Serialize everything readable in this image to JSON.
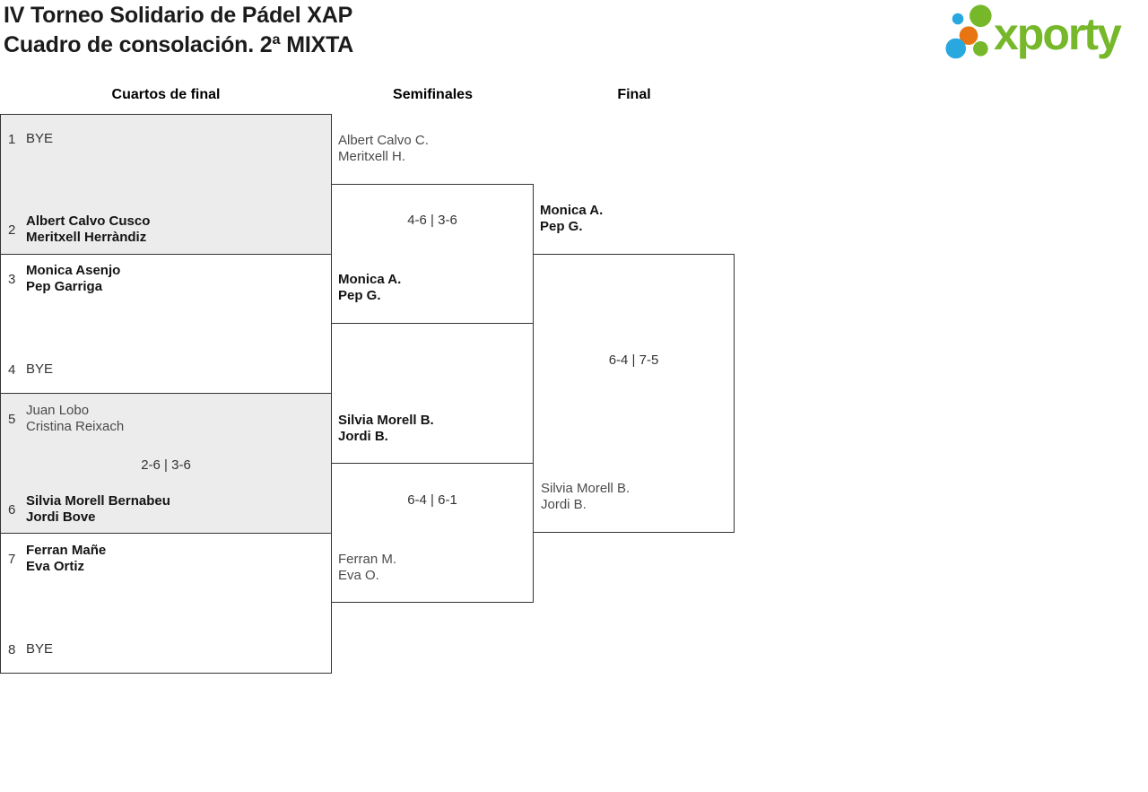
{
  "header": {
    "title_line1": "IV Torneo Solidario de Pádel XAP",
    "title_line2": "Cuadro de consolación. 2ª MIXTA"
  },
  "logo": {
    "brand": "xporty",
    "green": "#76b82a",
    "blue": "#29a8e0",
    "orange": "#e87511"
  },
  "rounds": {
    "r1": "Cuartos de final",
    "r2": "Semifinales",
    "r3": "Final"
  },
  "qf": [
    {
      "seed_top": "1",
      "top1": "BYE",
      "seed_bottom": "2",
      "bottom1": "Albert Calvo Cusco",
      "bottom2": "Meritxell Herràndiz",
      "score": ""
    },
    {
      "seed_top": "3",
      "top1": "Monica Asenjo",
      "top2": "Pep Garriga",
      "seed_bottom": "4",
      "bottom1": "BYE",
      "score": ""
    },
    {
      "seed_top": "5",
      "top1": "Juan Lobo",
      "top2": "Cristina Reixach",
      "seed_bottom": "6",
      "bottom1": "Silvia Morell Bernabeu",
      "bottom2": "Jordi Bove",
      "score": "2-6 | 3-6"
    },
    {
      "seed_top": "7",
      "top1": "Ferran Mañe",
      "top2": "Eva Ortiz",
      "seed_bottom": "8",
      "bottom1": "BYE",
      "score": ""
    }
  ],
  "sf": [
    {
      "top1": "Albert Calvo C.",
      "top2": "Meritxell H.",
      "score": "4-6 | 3-6",
      "bottom1": "Monica A.",
      "bottom2": "Pep G."
    },
    {
      "top1": "Silvia Morell B.",
      "top2": "Jordi B.",
      "score": "6-4 | 6-1",
      "bottom1": "Ferran M.",
      "bottom2": "Eva O."
    }
  ],
  "final": {
    "top1": "Monica A.",
    "top2": "Pep G.",
    "score": "6-4 | 7-5",
    "bottom1": "Silvia Morell B.",
    "bottom2": "Jordi B."
  },
  "colors": {
    "bracket_border": "#333333",
    "shaded_box": "#ececec"
  }
}
